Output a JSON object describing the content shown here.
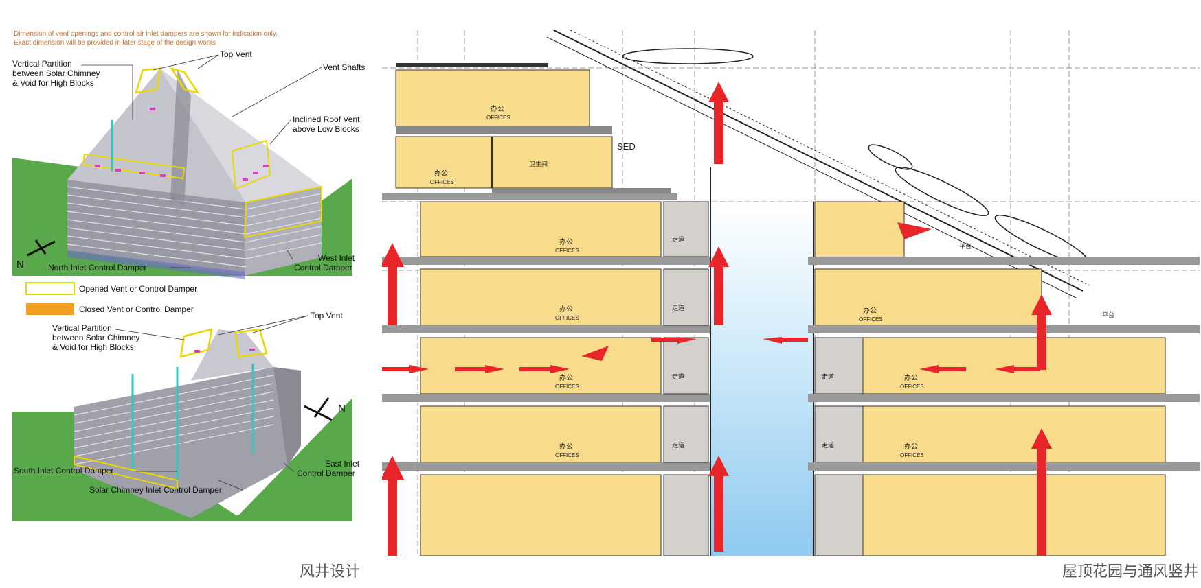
{
  "left": {
    "note_line1": "Dimension of vent openings and control air inlet dampers are shown for indication only.",
    "note_line2": "Exact dimension will be provided in later stage of the design works",
    "top": {
      "partition_l1": "Vertical Partition",
      "partition_l2": "between Solar Chimney",
      "partition_l3": "& Void for High Blocks",
      "top_vent": "Top Vent",
      "vent_shafts": "Vent Shafts",
      "roof_vent_l1": "Inclined Roof Vent",
      "roof_vent_l2": "above Low Blocks",
      "north_damper": "North Inlet Control Damper",
      "west_inlet_l1": "West Inlet",
      "west_inlet_l2": "Control Damper",
      "compass": "N"
    },
    "legend": {
      "opened": "Opened Vent or Control Damper",
      "closed": "Closed Vent or Control Damper",
      "opened_color": "#ffffff",
      "opened_border": "#e8d800",
      "closed_color": "#f0a020"
    },
    "bottom": {
      "partition_l1": "Vertical Partition",
      "partition_l2": "between Solar Chimney",
      "partition_l3": "& Void for High Blocks",
      "top_vent": "Top Vent",
      "compass": "N",
      "east_inlet_l1": "East Inlet",
      "east_inlet_l2": "Control Damper",
      "south_damper": "South Inlet Control Damper",
      "chimney_damper": "Solar Chimney Inlet Control Damper"
    },
    "caption": "风井设计"
  },
  "right": {
    "office_cn": "办公",
    "office_en": "OFFICES",
    "toilet": "卫生间",
    "corridor": "走道",
    "platform": "平台",
    "sed": "SED",
    "caption": "屋顶花园与通风竖井"
  },
  "colors": {
    "office_fill": "#f8dc8c",
    "arrow_red": "#e8262a",
    "void_blue": "#bfe3f7",
    "ground_green": "#5aa84c",
    "concrete": "#a8a8a8",
    "note_orange": "#d0702a"
  }
}
